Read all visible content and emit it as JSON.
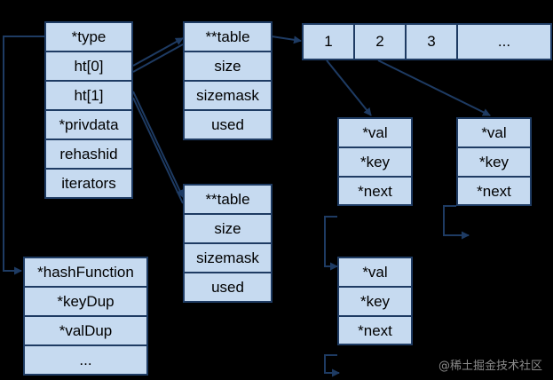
{
  "dict": {
    "fields": [
      "*type",
      "ht[0]",
      "ht[1]",
      "*privdata",
      "rehashid",
      "iterators"
    ]
  },
  "ht0": {
    "fields": [
      "**table",
      "size",
      "sizemask",
      "used"
    ]
  },
  "ht1": {
    "fields": [
      "**table",
      "size",
      "sizemask",
      "used"
    ]
  },
  "dictType": {
    "fields": [
      "*hashFunction",
      "*keyDup",
      "*valDup",
      "..."
    ]
  },
  "table_array": {
    "slots": [
      "1",
      "2",
      "3",
      "..."
    ]
  },
  "entry_a": {
    "fields": [
      "*val",
      "*key",
      "*next"
    ]
  },
  "entry_b": {
    "fields": [
      "*val",
      "*key",
      "*next"
    ]
  },
  "entry_c": {
    "fields": [
      "*val",
      "*key",
      "*next"
    ]
  },
  "colors": {
    "box_fill": "#c6daf0",
    "border": "#1e3b63",
    "background": "#000000"
  },
  "watermark": "@稀土掘金技术社区"
}
